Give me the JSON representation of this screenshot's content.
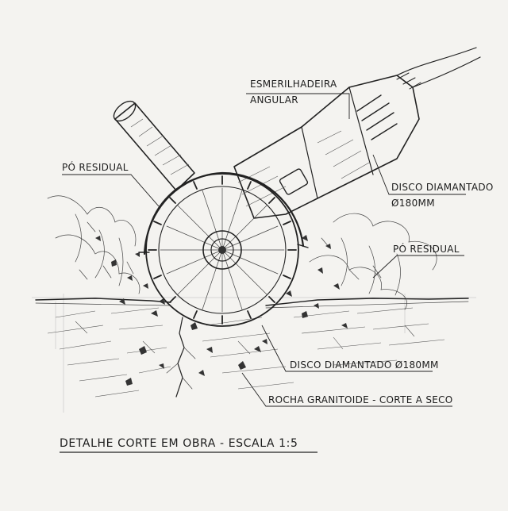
{
  "labels": {
    "grinder_line1": "ESMERILHADEIRA",
    "grinder_line2": "ANGULAR",
    "dust_left": "PÓ RESIDUAL",
    "dust_right": "PÓ RESIDUAL",
    "disc_upper_line1": "DISCO DIAMANTADO",
    "disc_upper_line2": "Ø180MM",
    "disc_lower": "DISCO DIAMANTADO Ø180MM",
    "rock": "ROCHA GRANITOIDE - CORTE A SECO"
  },
  "title": "DETALHE CORTE EM OBRA - ESCALA 1:5",
  "colors": {
    "ink": "#222222",
    "paper": "#f4f3f0"
  }
}
